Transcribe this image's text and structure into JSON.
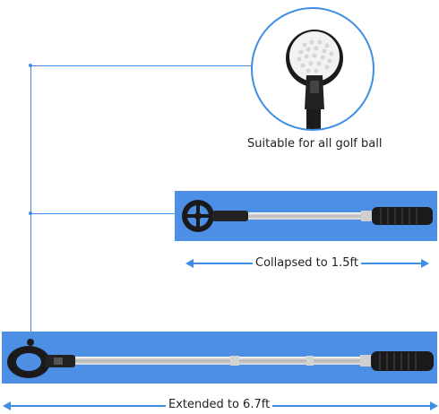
{
  "callouts": {
    "suitable_text": "Suitable for all golf ball",
    "collapsed_text": "Collapsed to 1.5ft",
    "extended_text": "Extended to 6.7ft"
  },
  "colors": {
    "accent_blue": "#3f8ee6",
    "panel_blue": "#4d8fe4"
  }
}
